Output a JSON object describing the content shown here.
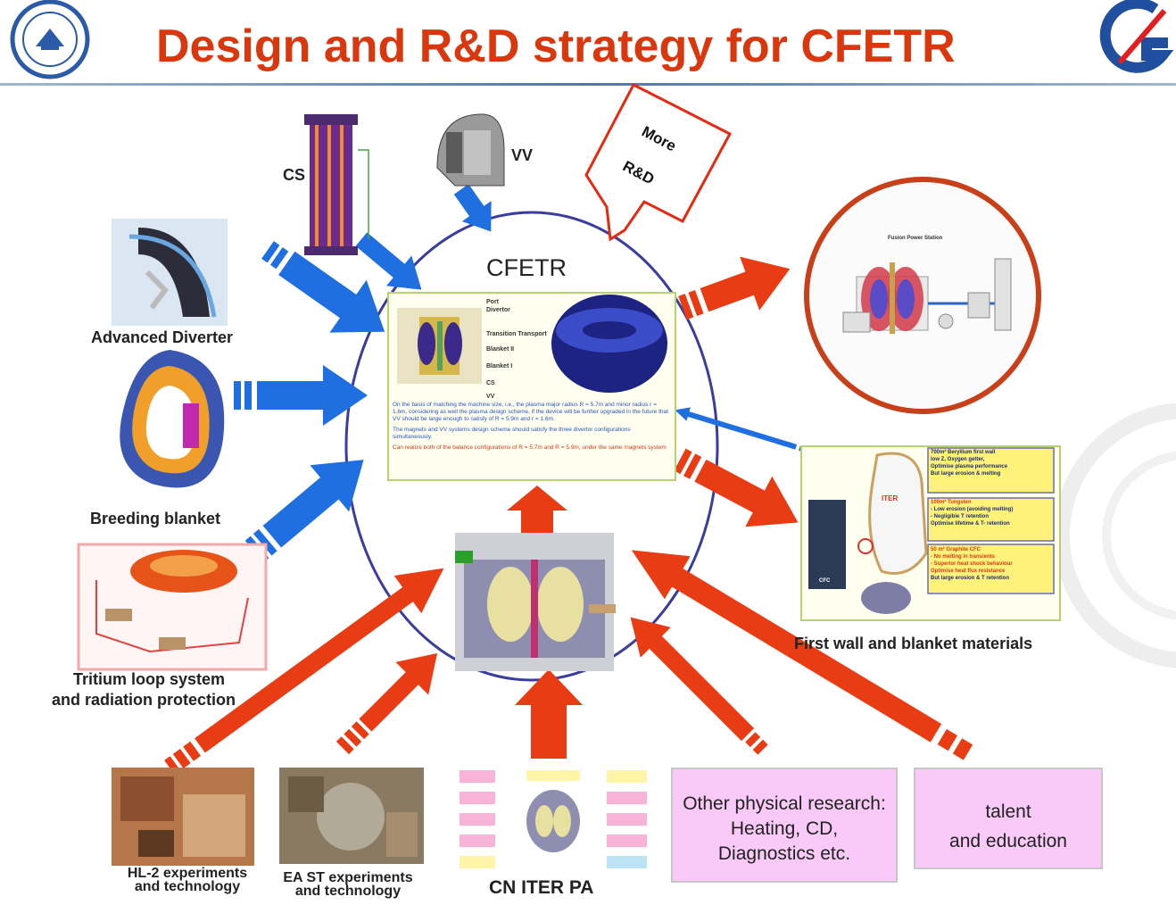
{
  "title": "Design and R&D strategy for CFETR",
  "center": {
    "label": "CFETR",
    "text_blue_1": "On the basis of matching the machine size, i.e., the plasma major radius R = 5.7m and minor radius r = 1.6m, considering as well the plasma design scheme, if the device will be further upgraded in the future that VV should be large enough to satisfy of R = 5.9m and r = 1.6m.",
    "text_blue_2": "The magnets and VV systems design scheme should satisfy the three divertor configurations simultaneously.",
    "text_red": "Can realize both of the balance configurations of R = 5.7m and R = 5.9m, under the same magnets system",
    "callouts": [
      "Port",
      "Divertor",
      "Transition Transport",
      "Blanket II",
      "Blanket I",
      "CS",
      "VV"
    ]
  },
  "more_rd": {
    "line1": "More",
    "line2": "R&D"
  },
  "inputs": {
    "cs": "CS",
    "vv": "VV",
    "advanced_diverter": "Advanced Diverter",
    "breeding_blanket": "Breeding blanket",
    "tritium_line1": "Tritium loop system",
    "tritium_line2": "and radiation protection"
  },
  "bottom": {
    "hl2_line1": "HL-2 experiments",
    "hl2_line2": "and technology",
    "east_line1": "EA ST experiments",
    "east_line2": "and technology",
    "cn_iter": "CN ITER PA",
    "other_line1": "Other physical research:",
    "other_line2": "Heating, CD,",
    "other_line3": "Diagnostics etc.",
    "talent_line1": "talent",
    "talent_line2": "and education"
  },
  "outputs": {
    "fusion_station_title": "Fusion Power Station",
    "first_wall_label": "First wall and blanket materials",
    "iter_label": "ITER",
    "cfc_label": "CFC",
    "fw_box1": {
      "title": "700m² Beryllium first wall",
      "lines": [
        "low Z, Oxygen getter,",
        "Optimise plasma performance",
        "But large erosion & melting"
      ]
    },
    "fw_box2": {
      "title": "100m² Tungsten",
      "lines": [
        "- Low erosion (avoiding melting)",
        "- Negligible T retention",
        "Optimise lifetime & T- retention"
      ]
    },
    "fw_box3": {
      "title": "50 m² Graphite CFC",
      "lines": [
        "- No melting in transients",
        "- Superior heat shock behaviour",
        "Optimise heat flux resistance",
        "But large erosion & T retention"
      ]
    }
  },
  "colors": {
    "title": "#d9380f",
    "red_arrow": "#e83d14",
    "blue_arrow": "#1f6fe0",
    "ellipse": "#3b3d9e",
    "pink": "#f9c9f7"
  }
}
